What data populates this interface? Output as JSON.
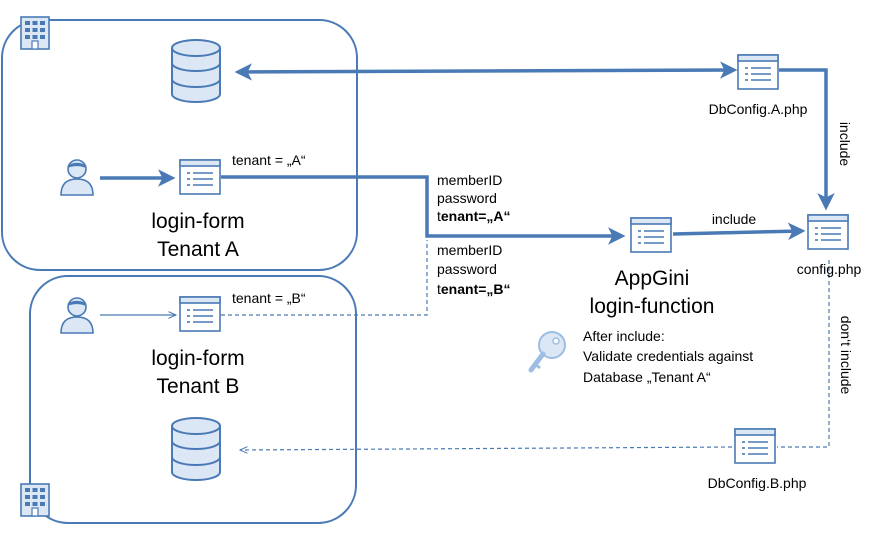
{
  "colors": {
    "accent": "#4a7ab5",
    "light": "#dbe7f5",
    "mid": "#9dbde3"
  },
  "icons": {
    "building": "building-icon",
    "database": "database-icon",
    "document": "document-icon",
    "user": "user-icon",
    "key": "key-icon"
  },
  "tenant_a": {
    "title_line1": "login-form",
    "title_line2": "Tenant A",
    "tenant_param": "tenant = „A“"
  },
  "tenant_b": {
    "title_line1": "login-form",
    "title_line2": "Tenant B",
    "tenant_param": "tenant = „B“"
  },
  "params_a": {
    "line1": "memberID",
    "line2": "password",
    "line3_prefix": "t",
    "line3_bold": "enant=„A“"
  },
  "params_b": {
    "line1": "memberID",
    "line2": "password",
    "line3_prefix": "t",
    "line3_bold": "enant=„B“"
  },
  "appgini": {
    "title_line1": "AppGini",
    "title_line2": "login-function",
    "note_line1": "After include:",
    "note_line2": "Validate credentials against",
    "note_line3": "Database „Tenant A“"
  },
  "files": {
    "dbconfig_a": "DbConfig.A.php",
    "dbconfig_b": "DbConfig.B.php",
    "config": "config.php"
  },
  "edges": {
    "include_to_config": "include",
    "include_vertical": "include",
    "dont_include": "don‘t include"
  }
}
